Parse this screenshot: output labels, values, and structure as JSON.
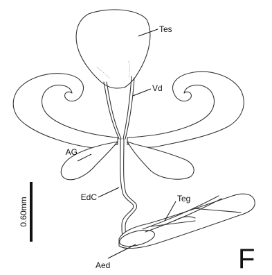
{
  "figure": {
    "panel_letter": "F",
    "scale_bar": {
      "label": "0.60mm"
    },
    "labels": {
      "tes": "Tes",
      "vd": "Vd",
      "ag": "AG",
      "edc": "EdC",
      "teg": "Teg",
      "aed": "Aed"
    }
  }
}
